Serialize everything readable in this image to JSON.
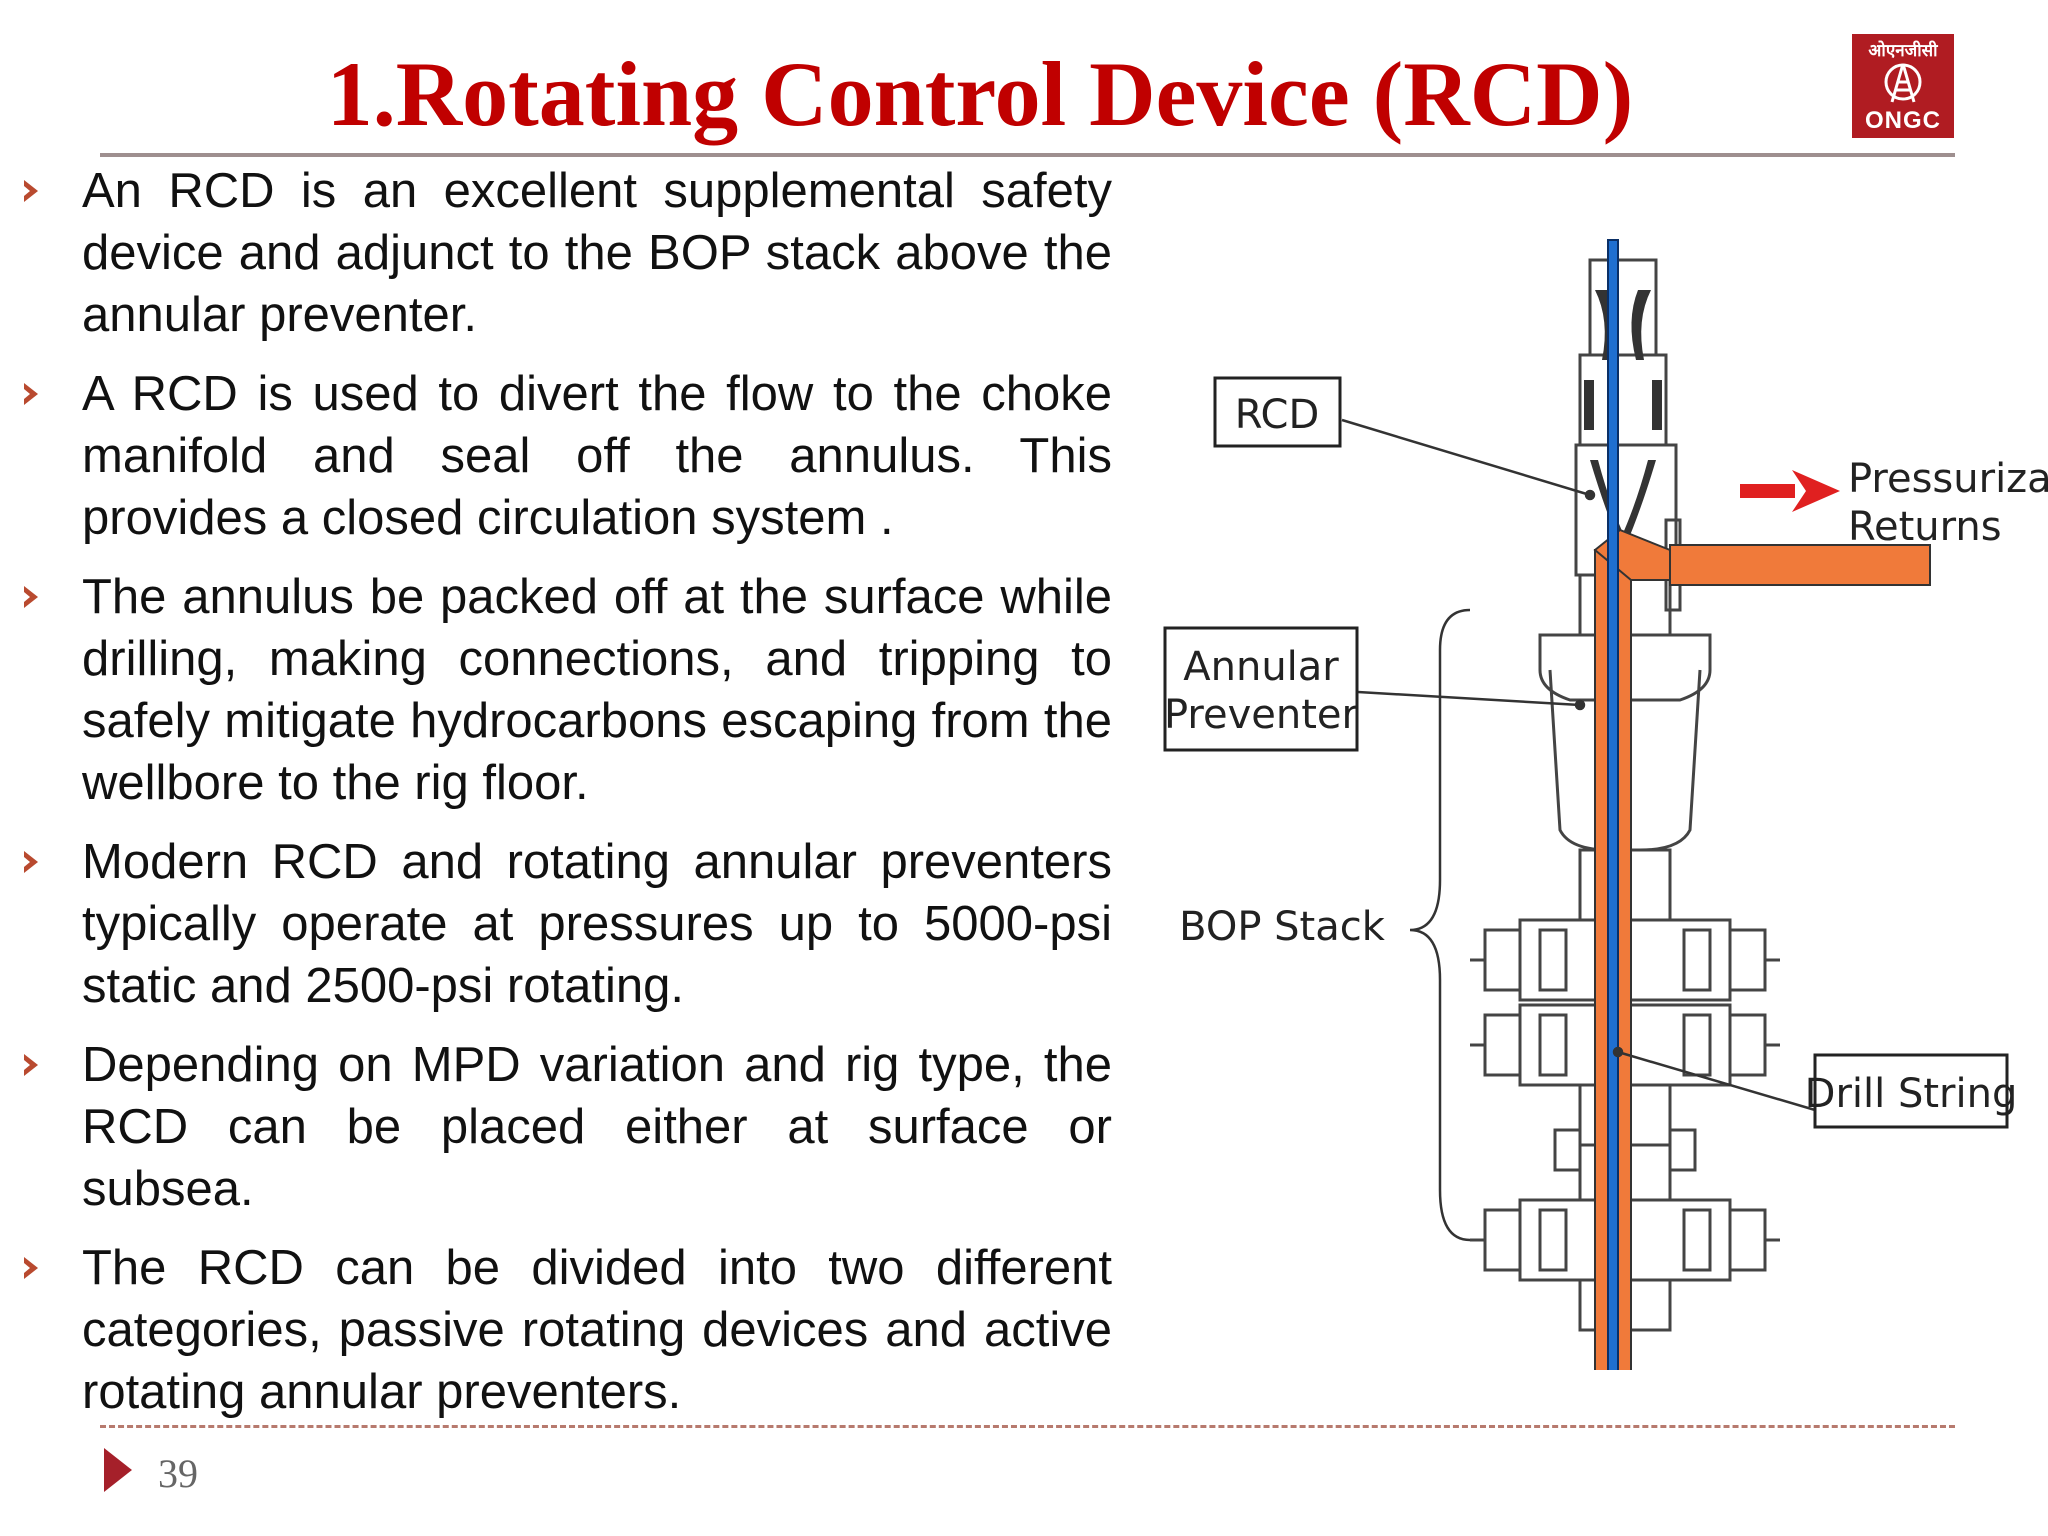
{
  "slide": {
    "title": "1.Rotating Control Device (RCD)",
    "page_number": "39"
  },
  "logo": {
    "hindi_text": "ओएनजीसी",
    "brand_text": "ONGC"
  },
  "bullets": [
    "An RCD is an excellent supplemental safety device and adjunct to the BOP stack above the annular preventer.",
    "A  RCD is used to divert the flow to the choke manifold and seal off the annulus. This provides a closed circulation system .",
    "The annulus be packed off at the surface while drilling, making connections, and tripping to safely mitigate hydrocarbons escaping from the wellbore to the rig floor.",
    "Modern RCD and rotating annular preventers typically operate at pressures up to 5000-psi static and 2500-psi rotating.",
    "Depending on MPD variation and rig type, the RCD can be placed either at surface or subsea.",
    "The RCD can be divided into two different categories, passive rotating devices and active rotating annular preventers."
  ],
  "diagram": {
    "labels": {
      "rcd": "RCD",
      "annular_line1": "Annular",
      "annular_line2": "Preventer",
      "bop_stack": "BOP Stack",
      "returns_line1": "Pressurizable",
      "returns_line2": "Returns",
      "drill_string": "Drill String"
    },
    "colors": {
      "annulus": "#f07a3a",
      "drill_string": "#1f6fd0",
      "arrow": "#e02020"
    }
  },
  "colors": {
    "title": "#c00000",
    "bullet": "#b94a2f",
    "logo_bg": "#b01c22"
  }
}
